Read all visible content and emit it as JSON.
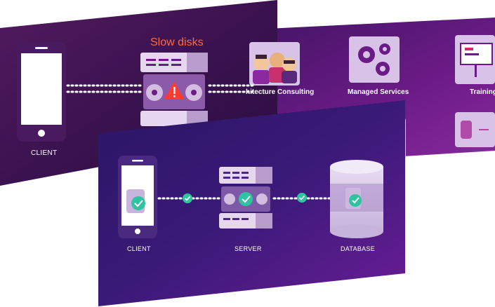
{
  "back_slide": {
    "title": "Slow disks",
    "client_label": "CLIENT"
  },
  "services": [
    {
      "label": "hitecture Consulting"
    },
    {
      "label": "Managed Services"
    },
    {
      "label": "Training"
    }
  ],
  "front_slide": {
    "client_label": "CLIENT",
    "server_label": "SERVER",
    "database_label": "DATABASE"
  },
  "colors": {
    "alert": "#ff6a3d",
    "ok": "#2ec4a0",
    "bg_dark": "#3a1a55",
    "bg_purple": "#6a1d8f"
  }
}
